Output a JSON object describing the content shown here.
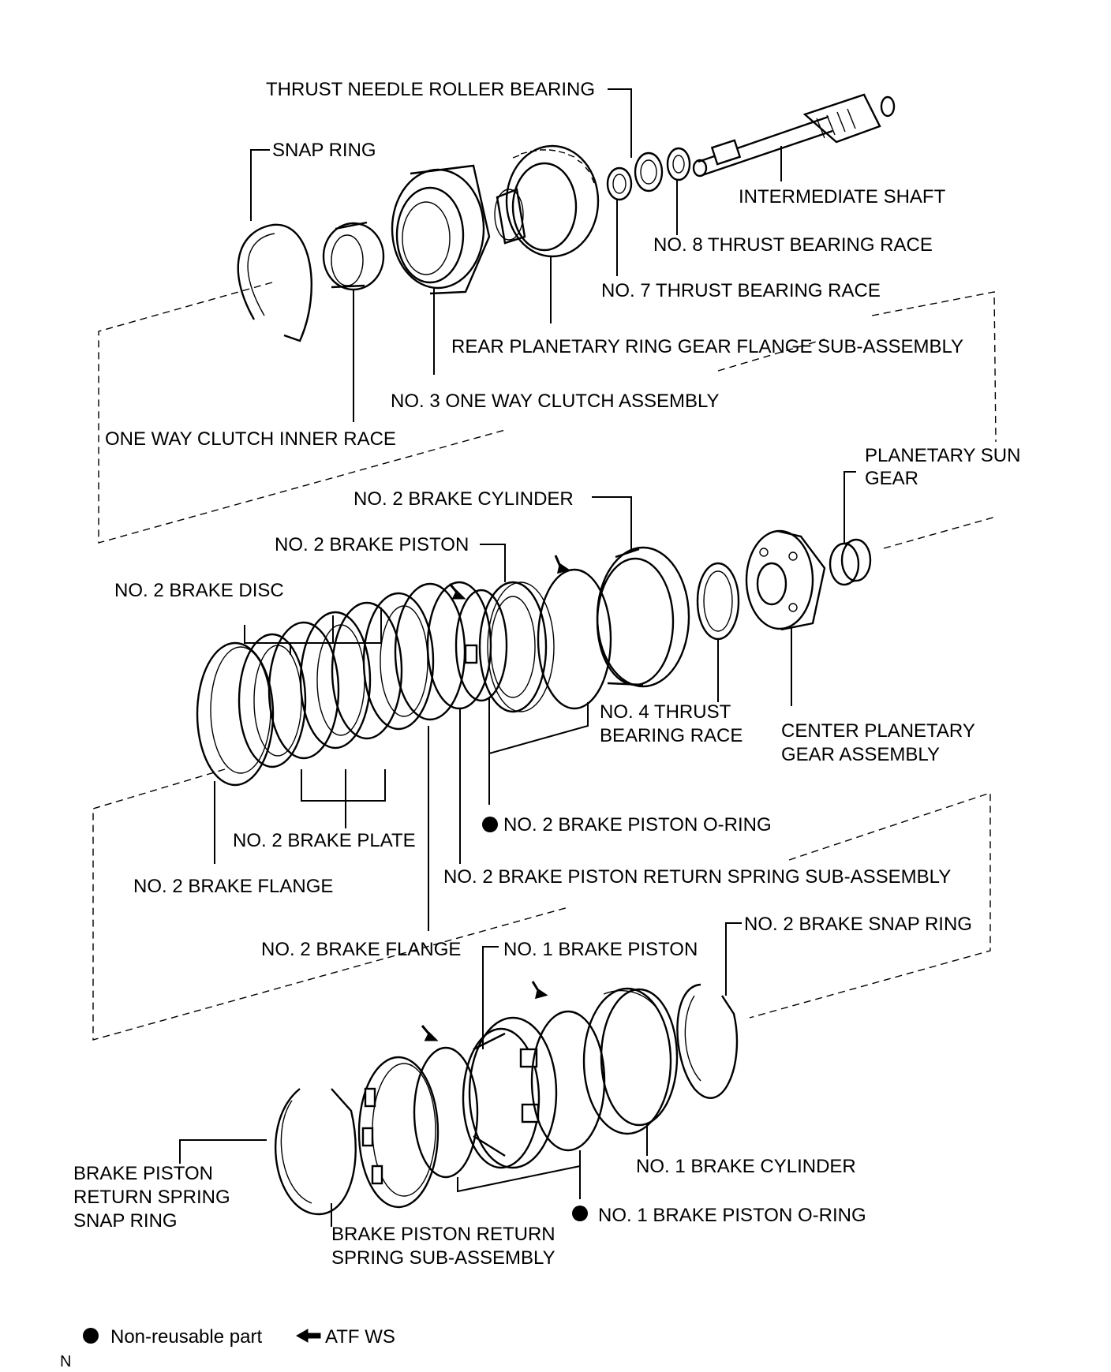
{
  "labels": {
    "thrust_needle_roller_bearing": "THRUST NEEDLE ROLLER BEARING",
    "snap_ring": "SNAP RING",
    "intermediate_shaft": "INTERMEDIATE SHAFT",
    "no8_thrust_bearing_race": "NO. 8 THRUST BEARING RACE",
    "no7_thrust_bearing_race": "NO. 7 THRUST BEARING RACE",
    "rear_planetary_ring_gear": "REAR PLANETARY RING GEAR FLANGE SUB-ASSEMBLY",
    "no3_one_way_clutch": "NO. 3 ONE WAY CLUTCH ASSEMBLY",
    "one_way_clutch_inner_race": "ONE WAY CLUTCH INNER RACE",
    "planetary_sun_gear_1": "PLANETARY SUN",
    "planetary_sun_gear_2": "GEAR",
    "no2_brake_cylinder": "NO. 2 BRAKE CYLINDER",
    "no2_brake_piston": "NO. 2 BRAKE PISTON",
    "no2_brake_disc": "NO. 2 BRAKE DISC",
    "no4_thrust_bearing_race_1": "NO. 4 THRUST",
    "no4_thrust_bearing_race_2": "BEARING RACE",
    "center_planetary_1": "CENTER PLANETARY",
    "center_planetary_2": "GEAR ASSEMBLY",
    "no2_brake_piston_oring": "NO. 2 BRAKE PISTON O-RING",
    "no2_brake_plate": "NO. 2 BRAKE PLATE",
    "no2_brake_flange_a": "NO. 2 BRAKE FLANGE",
    "no2_brake_piston_return_spring": "NO. 2 BRAKE PISTON RETURN SPRING SUB-ASSEMBLY",
    "no2_brake_snap_ring": "NO. 2 BRAKE SNAP RING",
    "no2_brake_flange_b": "NO. 2 BRAKE FLANGE",
    "no1_brake_piston": "NO. 1 BRAKE PISTON",
    "brake_piston_return_spring_snap_ring_1": "BRAKE PISTON",
    "brake_piston_return_spring_snap_ring_2": "RETURN SPRING",
    "brake_piston_return_spring_snap_ring_3": "SNAP RING",
    "no1_brake_cylinder": "NO. 1 BRAKE CYLINDER",
    "no1_brake_piston_oring": "NO. 1 BRAKE PISTON O-RING",
    "brake_piston_return_spring_sub_1": "BRAKE PISTON RETURN",
    "brake_piston_return_spring_sub_2": "SPRING SUB-ASSEMBLY"
  },
  "legend": {
    "non_reusable": "Non-reusable part",
    "atf_ws": "ATF WS"
  },
  "footer_code": "N"
}
